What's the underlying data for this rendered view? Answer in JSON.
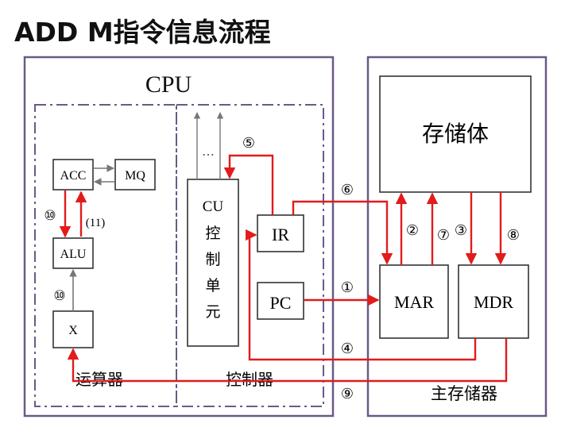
{
  "title": "ADD  M指令信息流程",
  "labels": {
    "cpu": "CPU",
    "acc": "ACC",
    "mq": "MQ",
    "alu": "ALU",
    "x": "X",
    "cu_line1": "CU",
    "cu_line2": "控",
    "cu_line3": "制",
    "cu_line4": "单",
    "cu_line5": "元",
    "dots": "…",
    "ir": "IR",
    "pc": "PC",
    "storage": "存储体",
    "mar": "MAR",
    "mdr": "MDR",
    "alu_section": "运算器",
    "control_section": "控制器",
    "main_memory": "主存储器"
  },
  "steps": {
    "s1": "①",
    "s2": "②",
    "s3": "③",
    "s4": "④",
    "s5": "⑤",
    "s6": "⑥",
    "s7": "⑦",
    "s8": "⑧",
    "s9": "⑨",
    "s10a": "⑩",
    "s10b": "⑩",
    "s11": "(11)"
  },
  "colors": {
    "border": "#6a5a86",
    "arrow": "#e21b1b",
    "box": "#333333"
  }
}
